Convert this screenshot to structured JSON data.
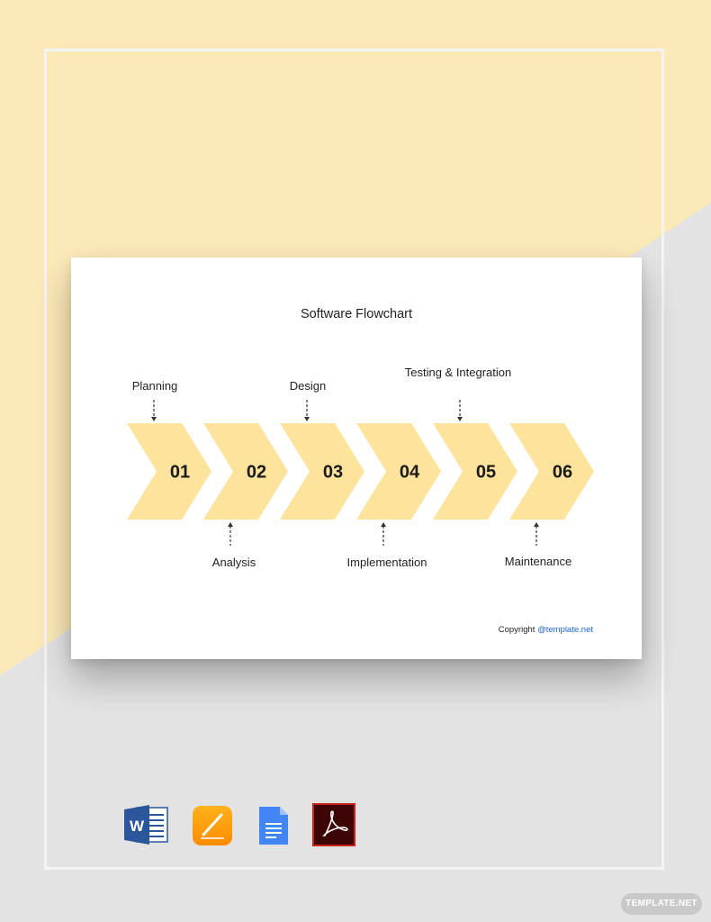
{
  "diagram": {
    "title": "Software Flowchart",
    "steps": [
      {
        "number": "01",
        "label": "Planning",
        "label_position": "top"
      },
      {
        "number": "02",
        "label": "Analysis",
        "label_position": "bottom"
      },
      {
        "number": "03",
        "label": "Design",
        "label_position": "top"
      },
      {
        "number": "04",
        "label": "Implementation",
        "label_position": "bottom"
      },
      {
        "number": "05",
        "label": "Testing & Integration",
        "label_position": "top"
      },
      {
        "number": "06",
        "label": "Maintenance",
        "label_position": "bottom"
      }
    ],
    "copyright_prefix": "Copyright",
    "copyright_link": "@template.net"
  },
  "format_icons": [
    {
      "name": "word-icon",
      "letter": "W"
    },
    {
      "name": "pages-icon"
    },
    {
      "name": "google-docs-icon"
    },
    {
      "name": "pdf-icon"
    }
  ],
  "badge": "TEMPLATE.NET",
  "colors": {
    "background_top": "#fbe9b8",
    "background_bottom": "#e3e3e3",
    "chevron_fill": "#fde39c",
    "link": "#1a66c9"
  }
}
